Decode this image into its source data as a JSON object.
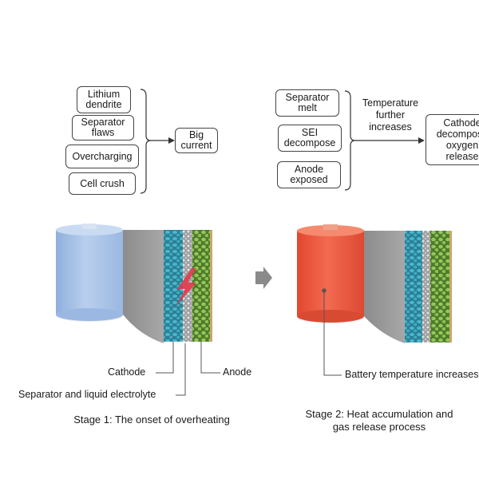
{
  "stage1": {
    "causes": [
      "Lithium\ndendrite",
      "Separator\nflaws",
      "Overcharging",
      "Cell crush"
    ],
    "result": "Big\ncurrent",
    "labels": {
      "cathode": "Cathode",
      "anode": "Anode",
      "separator": "Separator and liquid electrolyte"
    },
    "caption": "Stage 1: The onset of overheating",
    "colors": {
      "cell": "#a9c3e6",
      "lightning": "#e03a4a"
    }
  },
  "stage2": {
    "causes": [
      "Separator\nmelt",
      "SEI\ndecompose",
      "Anode\nexposed"
    ],
    "condition": "Temperature\nfurther\nincreases",
    "result": "Cathode\ndecompose\noxygen\nrelease",
    "labels": {
      "temperature": "Battery temperature increases"
    },
    "caption": "Stage 2: Heat accumulation and\ngas release process",
    "colors": {
      "cell": "#e8553d"
    }
  },
  "colors": {
    "cathode_particles": "#3aaec0",
    "anode_particles": "#8cc152",
    "arrow": "#8a8a8a"
  }
}
